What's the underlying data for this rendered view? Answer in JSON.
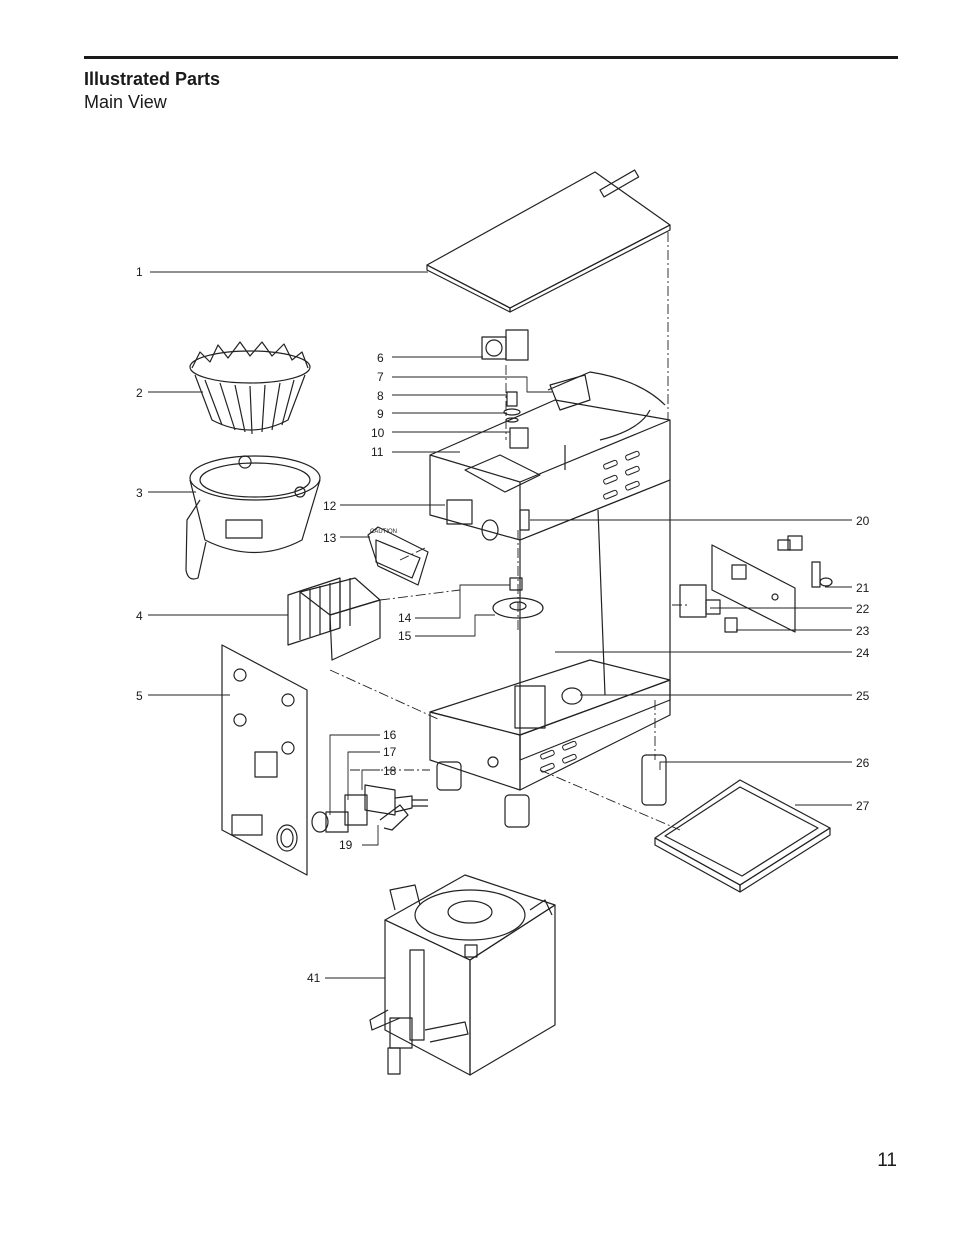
{
  "header": {
    "title": "Illustrated Parts",
    "subtitle": "Main View"
  },
  "page_number": "11",
  "callouts": [
    "1",
    "2",
    "3",
    "4",
    "5",
    "6",
    "7",
    "8",
    "9",
    "10",
    "11",
    "12",
    "13",
    "14",
    "15",
    "16",
    "17",
    "18",
    "19",
    "20",
    "21",
    "22",
    "23",
    "24",
    "25",
    "26",
    "27",
    "41"
  ],
  "decal_text": "CAUTION"
}
